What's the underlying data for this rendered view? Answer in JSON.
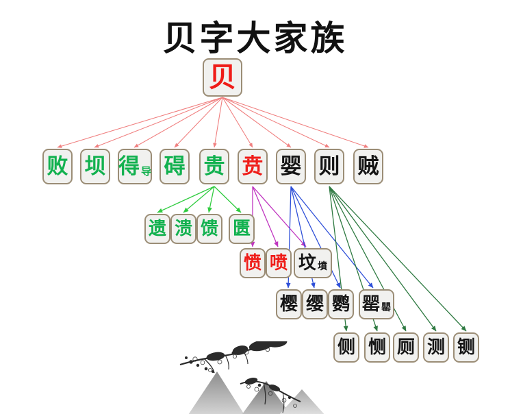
{
  "title": "贝字大家族",
  "colors": {
    "root_char": "#ef1c18",
    "green_char": "#12b14f",
    "red_char": "#ef1c18",
    "black_char": "#151515",
    "node_fill": "#f1f1ef",
    "node_border": "#9b8d76",
    "edge_root": "#f08080",
    "edge_gui": "#2fcc3f",
    "edge_ben": "#c036c0",
    "edge_ying": "#2e4fd8",
    "edge_ze": "#2f7a42"
  },
  "root": {
    "char": "贝",
    "color": "red"
  },
  "row2": [
    {
      "char": "败",
      "alt": "",
      "color": "green"
    },
    {
      "char": "坝",
      "alt": "",
      "color": "green"
    },
    {
      "char": "得",
      "alt": "导",
      "color": "green"
    },
    {
      "char": "碍",
      "alt": "",
      "color": "green"
    },
    {
      "char": "贵",
      "alt": "",
      "color": "green"
    },
    {
      "char": "贲",
      "alt": "",
      "color": "red"
    },
    {
      "char": "婴",
      "alt": "",
      "color": "black"
    },
    {
      "char": "则",
      "alt": "",
      "color": "black"
    },
    {
      "char": "贼",
      "alt": "",
      "color": "black"
    }
  ],
  "row3": [
    {
      "char": "遗",
      "alt": "",
      "color": "green"
    },
    {
      "char": "溃",
      "alt": "",
      "color": "green"
    },
    {
      "char": "馈",
      "alt": "",
      "color": "green"
    },
    {
      "char": "匮",
      "alt": "",
      "color": "green"
    }
  ],
  "row4": [
    {
      "char": "愤",
      "alt": "",
      "color": "red"
    },
    {
      "char": "喷",
      "alt": "",
      "color": "red"
    },
    {
      "char": "坟",
      "alt": "墳",
      "color": "black"
    }
  ],
  "row5": [
    {
      "char": "樱",
      "alt": "",
      "color": "black"
    },
    {
      "char": "缨",
      "alt": "",
      "color": "black"
    },
    {
      "char": "鹦",
      "alt": "",
      "color": "black"
    },
    {
      "char": "罂",
      "alt": "罌",
      "color": "black"
    }
  ],
  "row6": [
    {
      "char": "侧",
      "alt": "",
      "color": "black"
    },
    {
      "char": "恻",
      "alt": "",
      "color": "black"
    },
    {
      "char": "厕",
      "alt": "",
      "color": "black"
    },
    {
      "char": "测",
      "alt": "",
      "color": "black"
    },
    {
      "char": "铡",
      "alt": "",
      "color": "black"
    }
  ],
  "decoration": {
    "name": "chinese-ink-landscape-painting"
  }
}
